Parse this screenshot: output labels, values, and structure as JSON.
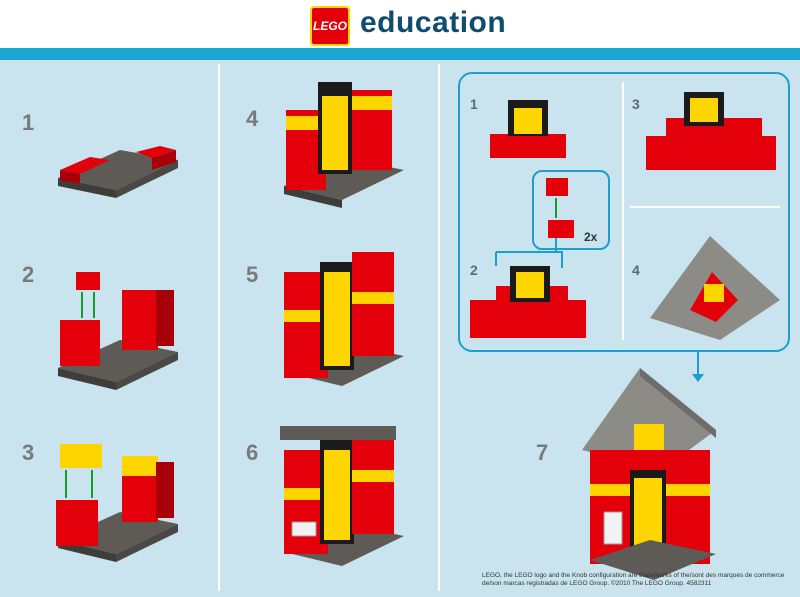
{
  "header": {
    "logo_text": "LEGO",
    "brand": "education"
  },
  "colors": {
    "background": "#c9e4ee",
    "header_band": "#1aa6d3",
    "brick_red": "#e3000b",
    "brick_yellow": "#ffd500",
    "plate_gray": "#5e5b56",
    "roof_gray": "#8c8b86",
    "frame_black": "#1a1a1a"
  },
  "steps": {
    "col1": [
      "1",
      "2",
      "3"
    ],
    "col2": [
      "4",
      "5",
      "6"
    ],
    "sub": [
      "1",
      "2",
      "3",
      "4"
    ],
    "final": "7"
  },
  "callout_multiplier": "2x",
  "footer": {
    "line1": "LEGO, the LEGO logo and the Knob configuration are trademarks of the/sont des marques de  commerce",
    "line2": "de/son marcas registradas de LEGO Group. ©2010 The LEGO Group. 4582311"
  }
}
